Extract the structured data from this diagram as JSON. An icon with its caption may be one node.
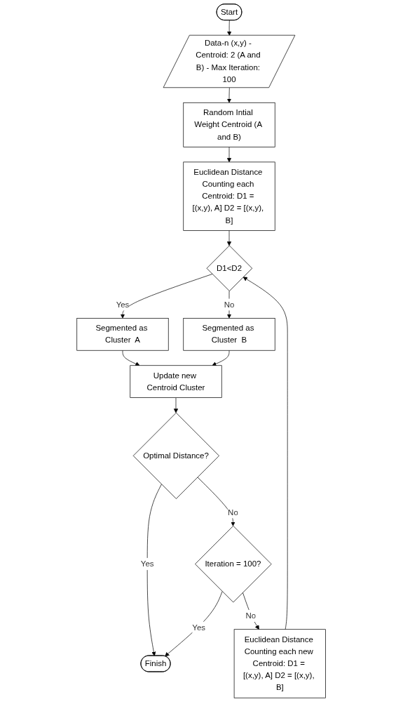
{
  "diagram": {
    "nodes": [
      {
        "text": [
          "Start"
        ]
      },
      {
        "text": [
          "Data-n (x,y) - Centroid: 2 (A and B) - Max Iteration: 100"
        ]
      },
      {
        "text": [
          "Random Intial Weight Centroid (A and B)"
        ]
      },
      {
        "text": [
          "Euclidean Distance Counting each Centroid: D1 = [(x,y), A] D2 = [(x,y), B]"
        ]
      },
      {
        "text": [
          "Euclidean Distance Counting each new Centroid: D1 = [(x,y), A] D2 = [(x,y), B]"
        ]
      },
      {
        "text": [
          "D1<D2"
        ]
      },
      {
        "text": [
          "Segmented as Cluster  B"
        ]
      },
      {
        "text": [
          "Segmented as Cluster  A"
        ]
      },
      {
        "text": [
          "Update new Centroid Cluster"
        ]
      },
      {
        "text": [
          "Optimal Distance?"
        ]
      },
      {
        "text": [
          "Iteration = 100?"
        ]
      },
      {
        "text": [
          "Finish"
        ]
      }
    ],
    "edges": [
      {
        "from": 0,
        "to": 1,
        "arrow": "to"
      },
      {
        "from": 1,
        "to": 2,
        "arrow": "to"
      },
      {
        "from": 2,
        "to": 3,
        "arrow": "to"
      },
      {
        "from": 3,
        "to": 5,
        "arrow": "to"
      },
      {
        "from": 4,
        "to": 5,
        "arrow": "to"
      },
      {
        "from": 5,
        "to": 6,
        "arrow": "to",
        "label": "No"
      },
      {
        "from": 5,
        "to": 7,
        "arrow": "to",
        "label": "Yes"
      },
      {
        "from": 7,
        "to": 8,
        "arrow": "to"
      },
      {
        "from": 6,
        "to": 8,
        "arrow": "to"
      },
      {
        "from": 8,
        "to": 9,
        "arrow": "to"
      },
      {
        "from": 9,
        "to": 10,
        "arrow": "to",
        "label": "No"
      },
      {
        "from": 9,
        "to": 11,
        "arrow": "to",
        "label": "Yes"
      },
      {
        "from": 10,
        "to": 11,
        "arrow": "to",
        "label": "Yes"
      },
      {
        "from": 10,
        "to": 4,
        "arrow": "to",
        "label": "No"
      }
    ]
  }
}
